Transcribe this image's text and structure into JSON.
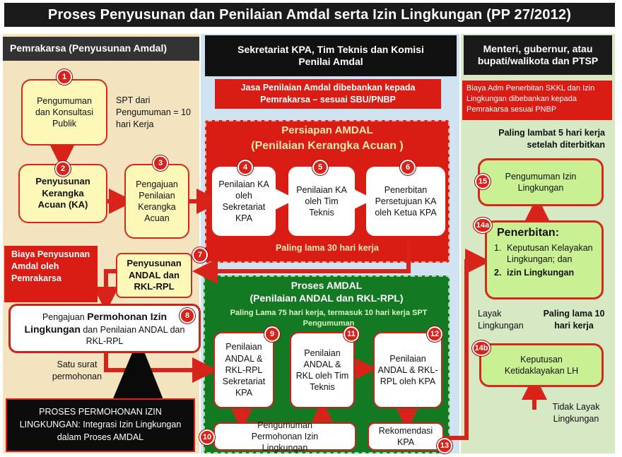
{
  "title": "Proses Penyusunan dan Penilaian Amdal serta Izin Lingkungan (PP 27/2012)",
  "columns": {
    "pemrakarsa": "Pemrakarsa (Penyusunan Amdal)",
    "sekretariat": "Sekretariat KPA, Tim Teknis dan Komisi Penilai Amdal",
    "menteri": "Menteri, gubernur, atau bupati/walikota dan PTSP"
  },
  "notes": {
    "jasa": "Jasa Penilaian Amdal dibebankan kepada Pemrakarsa – sesuai SBU/PNBP",
    "biaya_adm": "Biaya Adm Penerbitan SKKL dan Izin Lingkungan dibebankan kepada Pemrakarsa sesuai PNBP",
    "spt": "SPT dari Pengumuman = 10 hari Kerja",
    "biaya_penyusunan": "Biaya Penyusunan Amdal oleh Pemrakarsa",
    "paling_lambat": "Paling lambat 5 hari kerja setelah diterbitkan",
    "satu_surat": "Satu surat permohonan",
    "layak": "Layak Lingkungan",
    "paling_lama_10": "Paling lama 10 hari kerja",
    "tidak_layak": "Tidak Layak Lingkungan",
    "proses_permohonan": "PROSES PERMOHONAN IZIN LINGKUNGAN: Integrasi Izin Lingkungan dalam Proses AMDAL"
  },
  "persiapan": {
    "title": "Persiapan AMDAL",
    "subtitle": "(Penilaian Kerangka Acuan )",
    "footer": "Paling lama 30 hari kerja"
  },
  "proses": {
    "title": "Proses AMDAL",
    "subtitle": "(Penilaian ANDAL dan RKL-RPL)",
    "note": "Paling Lama 75 hari kerja, termasuk 10 hari kerja SPT Pengumuman"
  },
  "steps": {
    "s1": {
      "num": "1",
      "label": "Pengumuman dan Konsultasi Publik"
    },
    "s2": {
      "num": "2",
      "label": "Penyusunan Kerangka Acuan (KA)"
    },
    "s3": {
      "num": "3",
      "label": "Pengajuan Penilaian Kerangka Acuan"
    },
    "s4": {
      "num": "4",
      "label": "Penilaian KA oleh Sekretariat KPA"
    },
    "s5": {
      "num": "5",
      "label": "Penilaian KA oleh Tim Teknis"
    },
    "s6": {
      "num": "6",
      "label": "Penerbitan Persetujuan KA oleh Ketua KPA"
    },
    "s7": {
      "num": "7",
      "label": "Penyusunan ANDAL dan RKL-RPL"
    },
    "s8": {
      "num": "8",
      "label_pre": "Pengajuan ",
      "label_bold": "Permohonan Izin Lingkungan",
      "label_post": " dan Penilaian ANDAL dan RKL-RPL"
    },
    "s9": {
      "num": "9",
      "label": "Penilaian ANDAL & RKL-RPL Sekretariat KPA"
    },
    "s10": {
      "num": "10",
      "label": "Pengumuman Permohonan Izin Lingkungan"
    },
    "s11": {
      "num": "11",
      "label": "Penilaian ANDAL & RKL oleh Tim Teknis"
    },
    "s12": {
      "num": "12",
      "label": "Penilaian ANDAL & RKL-RPL oleh KPA"
    },
    "s13": {
      "num": "13",
      "label": "Rekomendasi KPA"
    },
    "s14a": {
      "num": "14a",
      "title": "Penerbitan:",
      "item1": "Keputusan Kelayakan Lingkungan; dan",
      "item2": "izin Lingkungan"
    },
    "s14b": {
      "num": "14b",
      "label": "Keputusan Ketidaklayakan LH"
    },
    "s15": {
      "num": "15",
      "label": "Pengumuman Izin Lingkungan"
    }
  }
}
